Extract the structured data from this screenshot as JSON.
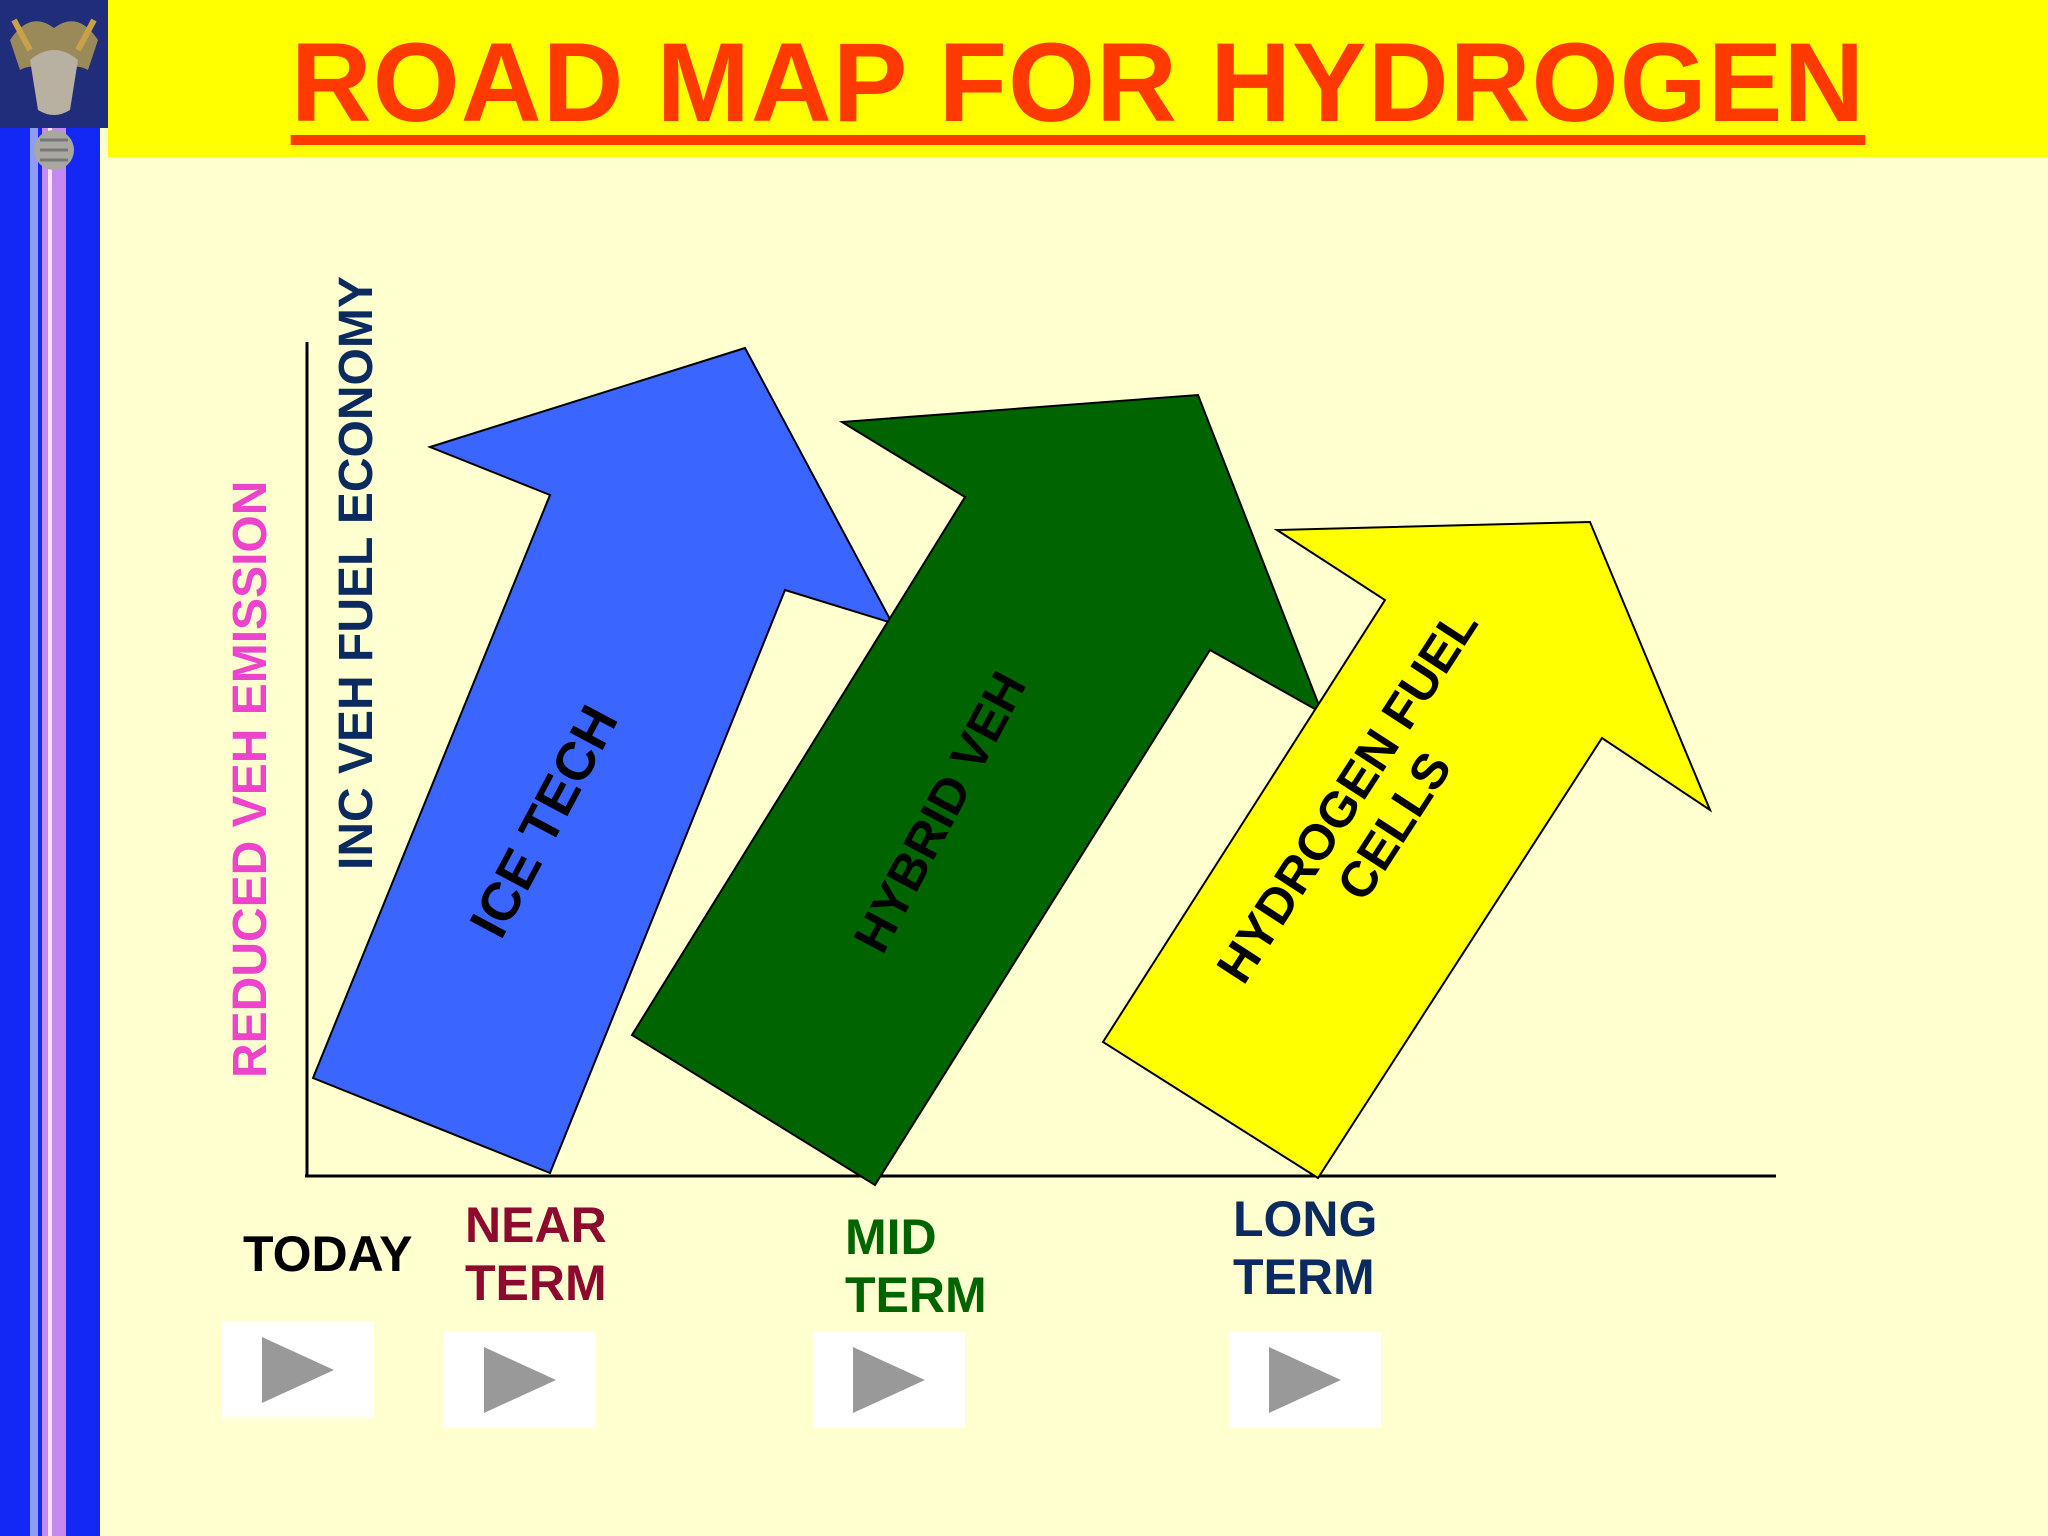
{
  "title": "ROAD MAP FOR HYDROGEN",
  "axis": {
    "y_label_outer": "REDUCED VEH EMISSION",
    "y_label_inner": "INC VEH FUEL ECONOMY"
  },
  "arrows": [
    {
      "label_lines": [
        "ICE TECH"
      ],
      "color": "#3a66ff",
      "text_color": "#000000"
    },
    {
      "label_lines": [
        "HYBRID VEH"
      ],
      "color": "#006400",
      "text_color": "#000000"
    },
    {
      "label_lines": [
        "HYDROGEN FUEL",
        "CELLS"
      ],
      "color": "#ffff00",
      "text_color": "#000000"
    }
  ],
  "timeline": [
    {
      "label": "TODAY",
      "color": "#000000"
    },
    {
      "label": "NEAR\nTERM",
      "color": "#8b0a2e"
    },
    {
      "label": "MID\nTERM",
      "color": "#006400"
    },
    {
      "label": "LONG\nTERM",
      "color": "#0a2a60"
    }
  ],
  "colors": {
    "background": "#ffffd0",
    "title_band": "#ffff00",
    "title_text": "#ff3a00",
    "y_label_outer": "#ee44cc",
    "y_label_inner": "#0a2a60",
    "sidebar": "#1428f5",
    "play_icon": "#999999"
  }
}
